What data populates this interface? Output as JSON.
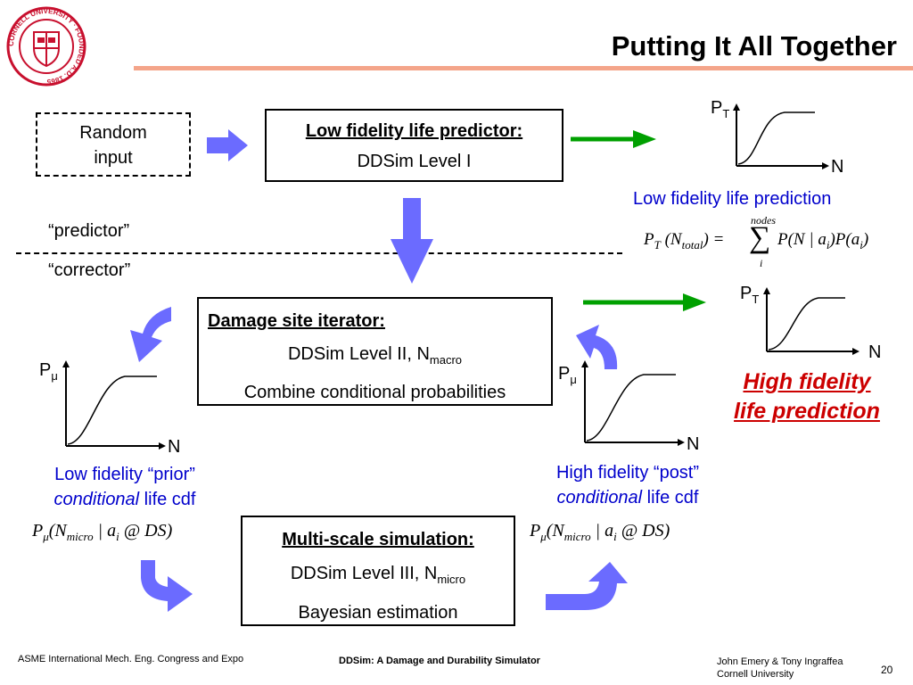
{
  "slide": {
    "title": "Putting It All Together",
    "page_number": "20"
  },
  "colors": {
    "title_rule": "#f4a58a",
    "blue_arrow": "#6b6bff",
    "green_arrow": "#00a000",
    "caption_blue": "#0000cc",
    "highlight_red": "#cc0000",
    "seal_red": "#c8102e"
  },
  "logo": {
    "ring_text": "CORNELL UNIVERSITY · FOUNDED A.D. 1865"
  },
  "random_input": {
    "line1": "Random",
    "line2": "input"
  },
  "low_fidelity_box": {
    "heading": "Low fidelity life predictor:",
    "line1": "DDSim Level I"
  },
  "damage_box": {
    "heading": "Damage site iterator:",
    "line1_prefix": "DDSim Level II, N",
    "line1_sub": "macro",
    "line2": "Combine conditional probabilities"
  },
  "multiscale_box": {
    "heading": "Multi-scale simulation:",
    "line1_prefix": "DDSim Level III, N",
    "line1_sub": "micro",
    "line2": "Bayesian estimation"
  },
  "divider": {
    "predictor_label": "“predictor”",
    "corrector_label": "“corrector”"
  },
  "plots": {
    "top_right": {
      "y_label": "P",
      "y_sub": "T",
      "x_label": "N",
      "caption": "Low fidelity life prediction"
    },
    "mid_right": {
      "y_label": "P",
      "y_sub": "T",
      "x_label": "N",
      "caption_line1": "High fidelity",
      "caption_line2": "life prediction"
    },
    "left": {
      "y_label": "P",
      "y_sub": "μ",
      "x_label": "N",
      "caption_line1": "Low fidelity “prior”",
      "caption_italic": "conditional",
      "caption_rest": " life cdf"
    },
    "center_right": {
      "y_label": "P",
      "y_sub": "μ",
      "x_label": "N",
      "caption_line1": "High fidelity “post”",
      "caption_italic": "conditional",
      "caption_rest": " life cdf"
    }
  },
  "equations": {
    "total": {
      "lhs": "P",
      "lhs_sub": "T",
      "lhs_arg": "(N",
      "lhs_arg_sub": "total",
      "equals": ") =",
      "sum_top": "nodes",
      "sum_bottom": "i",
      "rhs": "P(N | a",
      "rhs_sub1": "i",
      "rhs_mid": ")P(a",
      "rhs_sub2": "i",
      "rhs_end": ")"
    },
    "prior": {
      "p": "P",
      "p_sub": "μ",
      "arg": "(N",
      "arg_sub": "micro",
      "mid": "| a",
      "mid_sub": "i",
      "end": "@ DS)"
    },
    "post": {
      "p": "P",
      "p_sub": "μ",
      "arg": "(N",
      "arg_sub": "micro",
      "mid": "| a",
      "mid_sub": "i",
      "end": "@ DS)"
    }
  },
  "footer": {
    "left": "ASME International Mech. Eng. Congress and Expo",
    "center": "DDSim: A Damage and Durability Simulator",
    "right_line1": "John Emery & Tony Ingraffea",
    "right_line2": "Cornell University"
  }
}
